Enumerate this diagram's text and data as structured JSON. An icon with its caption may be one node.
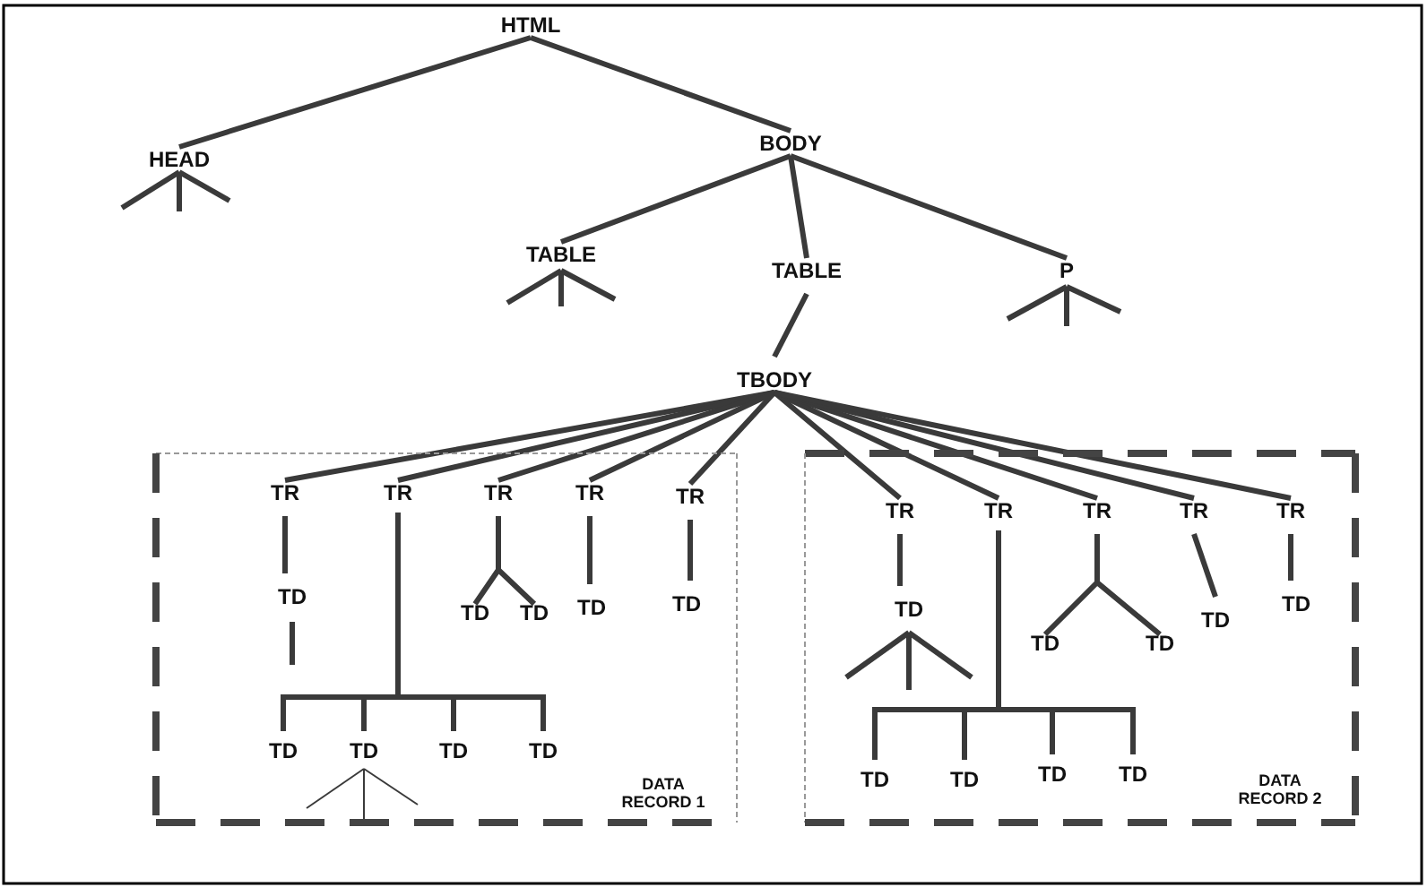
{
  "diagram": {
    "nodes": [
      {
        "text": [
          "HTML"
        ]
      },
      {
        "text": [
          "HEAD"
        ]
      },
      {
        "text": [
          "BODY"
        ]
      },
      {
        "text": [
          "TABLE"
        ]
      },
      {
        "text": [
          "TABLE"
        ]
      },
      {
        "text": [
          "P"
        ]
      },
      {
        "text": [
          "TBODY"
        ]
      },
      {
        "text": [
          "DATA RECORD 1"
        ]
      },
      {
        "text": [
          "TR"
        ],
        "in": 7
      },
      {
        "text": [
          "TR"
        ],
        "in": 7
      },
      {
        "text": [
          "TR"
        ],
        "in": 7
      },
      {
        "text": [
          "TR"
        ],
        "in": 7
      },
      {
        "text": [
          "TR"
        ],
        "in": 7
      },
      {
        "text": [
          "TD"
        ],
        "in": 7
      },
      {
        "text": [
          "TD"
        ],
        "in": 7
      },
      {
        "text": [
          "TD"
        ],
        "in": 7
      },
      {
        "text": [
          "TD"
        ],
        "in": 7
      },
      {
        "text": [
          "TD"
        ],
        "in": 7
      },
      {
        "text": [
          "TD"
        ],
        "in": 7
      },
      {
        "text": [
          "TD"
        ],
        "in": 7
      },
      {
        "text": [
          "TD"
        ],
        "in": 7
      },
      {
        "text": [
          "TD"
        ],
        "in": 7
      },
      {
        "text": [
          "DATA RECORD 2"
        ]
      },
      {
        "text": [
          "TR"
        ],
        "in": 22
      },
      {
        "text": [
          "TR"
        ],
        "in": 22
      },
      {
        "text": [
          "TR"
        ],
        "in": 22
      },
      {
        "text": [
          "TR"
        ],
        "in": 22
      },
      {
        "text": [
          "TR"
        ],
        "in": 22
      },
      {
        "text": [
          "TD"
        ],
        "in": 22
      },
      {
        "text": [
          "TD"
        ],
        "in": 22
      },
      {
        "text": [
          "TD"
        ],
        "in": 22
      },
      {
        "text": [
          "TD"
        ],
        "in": 22
      },
      {
        "text": [
          "TD"
        ],
        "in": 22
      },
      {
        "text": [
          "TD"
        ],
        "in": 22
      },
      {
        "text": [
          "TD"
        ],
        "in": 22
      },
      {
        "text": [
          "TD"
        ],
        "in": 22
      },
      {
        "text": [
          "TD"
        ],
        "in": 22
      }
    ],
    "edges": [
      {
        "from": 0,
        "to": 1,
        "arrow": "none"
      },
      {
        "from": 0,
        "to": 2,
        "arrow": "none"
      },
      {
        "from": 2,
        "to": 3,
        "arrow": "none"
      },
      {
        "from": 2,
        "to": 4,
        "arrow": "none"
      },
      {
        "from": 2,
        "to": 5,
        "arrow": "none"
      },
      {
        "from": 4,
        "to": 6,
        "arrow": "none"
      },
      {
        "from": 1,
        "to": null,
        "arrow": "none"
      },
      {
        "from": 1,
        "to": null,
        "arrow": "none"
      },
      {
        "from": 1,
        "to": null,
        "arrow": "none"
      },
      {
        "from": 3,
        "to": null,
        "arrow": "none"
      },
      {
        "from": 3,
        "to": null,
        "arrow": "none"
      },
      {
        "from": 3,
        "to": null,
        "arrow": "none"
      },
      {
        "from": 5,
        "to": null,
        "arrow": "none"
      },
      {
        "from": 5,
        "to": null,
        "arrow": "none"
      },
      {
        "from": 5,
        "to": null,
        "arrow": "none"
      },
      {
        "from": 6,
        "to": 8,
        "arrow": "none"
      },
      {
        "from": 6,
        "to": 9,
        "arrow": "none"
      },
      {
        "from": 6,
        "to": 10,
        "arrow": "none"
      },
      {
        "from": 6,
        "to": 11,
        "arrow": "none"
      },
      {
        "from": 6,
        "to": 12,
        "arrow": "none"
      },
      {
        "from": 6,
        "to": 23,
        "arrow": "none"
      },
      {
        "from": 6,
        "to": 24,
        "arrow": "none"
      },
      {
        "from": 6,
        "to": 25,
        "arrow": "none"
      },
      {
        "from": 6,
        "to": 26,
        "arrow": "none"
      },
      {
        "from": 6,
        "to": 27,
        "arrow": "none"
      },
      {
        "from": 8,
        "to": 13,
        "arrow": "none"
      },
      {
        "from": 13,
        "to": null,
        "arrow": "none"
      },
      {
        "from": 9,
        "to": 18,
        "arrow": "none"
      },
      {
        "from": 9,
        "to": 19,
        "arrow": "none"
      },
      {
        "from": 9,
        "to": 20,
        "arrow": "none"
      },
      {
        "from": 9,
        "to": 21,
        "arrow": "none"
      },
      {
        "from": 19,
        "to": null,
        "arrow": "none"
      },
      {
        "from": 19,
        "to": null,
        "arrow": "none"
      },
      {
        "from": 19,
        "to": null,
        "arrow": "none"
      },
      {
        "from": 10,
        "to": 14,
        "arrow": "none"
      },
      {
        "from": 10,
        "to": 15,
        "arrow": "none"
      },
      {
        "from": 11,
        "to": 16,
        "arrow": "none"
      },
      {
        "from": 12,
        "to": 17,
        "arrow": "none"
      },
      {
        "from": 23,
        "to": 28,
        "arrow": "none"
      },
      {
        "from": 28,
        "to": null,
        "arrow": "none"
      },
      {
        "from": 28,
        "to": null,
        "arrow": "none"
      },
      {
        "from": 28,
        "to": null,
        "arrow": "none"
      },
      {
        "from": 24,
        "to": 33,
        "arrow": "none"
      },
      {
        "from": 24,
        "to": 34,
        "arrow": "none"
      },
      {
        "from": 24,
        "to": 35,
        "arrow": "none"
      },
      {
        "from": 24,
        "to": 36,
        "arrow": "none"
      },
      {
        "from": 25,
        "to": 29,
        "arrow": "none"
      },
      {
        "from": 25,
        "to": 30,
        "arrow": "none"
      },
      {
        "from": 26,
        "to": 31,
        "arrow": "none"
      },
      {
        "from": 27,
        "to": 32,
        "arrow": "none"
      }
    ]
  }
}
